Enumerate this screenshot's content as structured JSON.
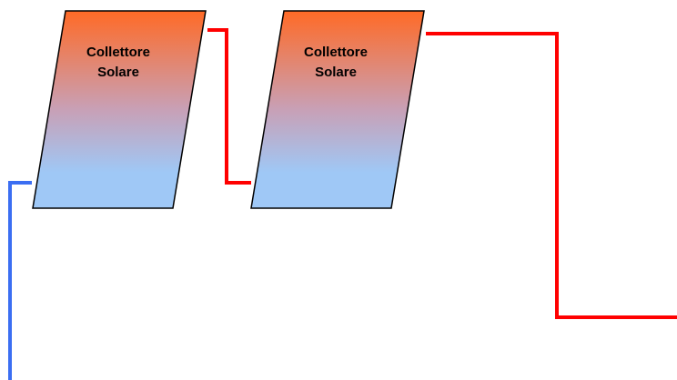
{
  "diagram": {
    "collectors": [
      {
        "line1": "Collettore",
        "line2": "Solare"
      },
      {
        "line1": "Collettore",
        "line2": "Solare"
      }
    ],
    "colors": {
      "collector_top": "#ff6a26",
      "collector_mid": "#c8a0b6",
      "collector_bottom": "#9fc8f6",
      "hot_pipe": "#ff0000",
      "cold_pipe": "#3b6ef2",
      "outline": "#000000",
      "background": "#ffffff"
    }
  }
}
